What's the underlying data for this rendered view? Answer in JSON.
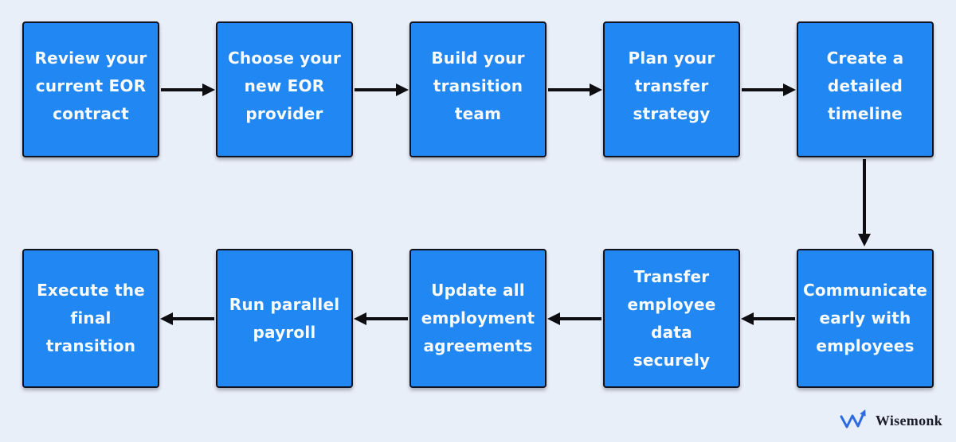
{
  "theme": {
    "background": "#E9EFF8",
    "box_fill": "#2187F2",
    "box_border": "#10121F",
    "box_text": "#FAFBFF",
    "arrow_color": "#0D0D12",
    "logo_text_color": "#1B1C2B",
    "logo_mark_color": "#2E6BE0"
  },
  "flowchart": {
    "description": "EOR transition process flow, two rows: top row flows left-to-right, then down, bottom row flows right-to-left",
    "steps": [
      {
        "order": 1,
        "label": "Review your\ncurrent EOR\ncontract"
      },
      {
        "order": 2,
        "label": "Choose your\nnew EOR\nprovider"
      },
      {
        "order": 3,
        "label": "Build your\ntransition\nteam"
      },
      {
        "order": 4,
        "label": "Plan your\ntransfer\nstrategy"
      },
      {
        "order": 5,
        "label": "Create a\ndetailed\ntimeline"
      },
      {
        "order": 6,
        "label": "Communicate\nearly with\nemployees"
      },
      {
        "order": 7,
        "label": "Transfer\nemployee\ndata\nsecurely"
      },
      {
        "order": 8,
        "label": "Update all\nemployment\nagreements"
      },
      {
        "order": 9,
        "label": "Run parallel\npayroll"
      },
      {
        "order": 10,
        "label": "Execute the\nfinal\ntransition"
      }
    ]
  },
  "logo": {
    "text": "Wisemonk",
    "mark": "wave-arrow-icon"
  }
}
